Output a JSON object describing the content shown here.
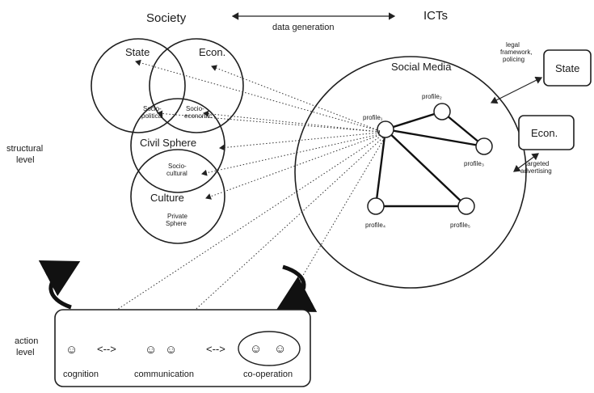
{
  "society": {
    "title": "Society",
    "state": "State",
    "economy": "Econ.",
    "socio_political": [
      "Socio-",
      "political"
    ],
    "socio_economic": [
      "Socio-",
      "economic"
    ],
    "civil_sphere": "Civil Sphere",
    "socio_cultural": [
      "Socio-",
      "cultural"
    ],
    "culture": "Culture",
    "private_sphere": [
      "Private",
      "Sphere"
    ]
  },
  "header": {
    "data_generation": "data generation",
    "icts": "ICTs"
  },
  "social_media": {
    "title": "Social Media",
    "profiles": [
      "profile₁",
      "profile₂",
      "profile₃",
      "profile₄",
      "profile₅"
    ]
  },
  "external": {
    "legal": [
      "legal",
      "framework,",
      "policing"
    ],
    "state": "State",
    "economy": "Econ.",
    "targeted": [
      "targeted",
      "advertising"
    ]
  },
  "levels": {
    "structural": [
      "structural",
      "level"
    ],
    "action": [
      "action",
      "level"
    ]
  },
  "action_box": {
    "cognition": "cognition",
    "communication": "communication",
    "cooperation": "co-operation",
    "arrow_glyph": "<-->",
    "smiley": "☺"
  }
}
